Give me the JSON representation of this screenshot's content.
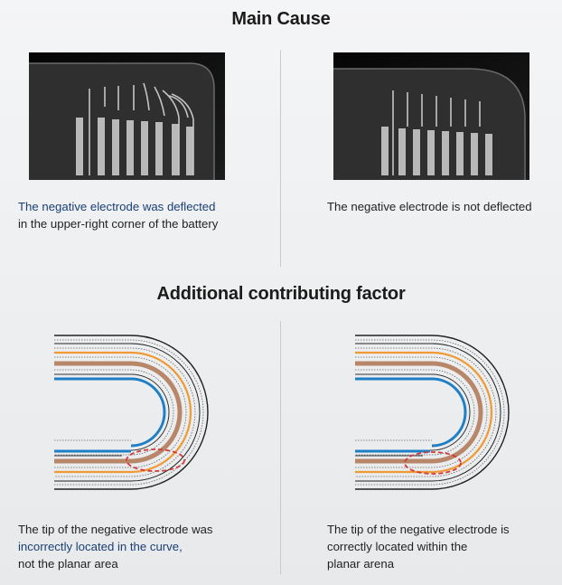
{
  "main_cause": {
    "title": "Main Cause",
    "left_caption_highlight": "The negative electrode was deflected",
    "left_caption_rest": "in the upper-right corner of the battery",
    "right_caption": "The negative electrode is not deflected"
  },
  "additional": {
    "title": "Additional contributing factor",
    "left_caption_line1": "The tip of the negative electrode was",
    "left_caption_highlight": "incorrectly located in the curve,",
    "left_caption_line3": "not the planar area",
    "right_caption_line1": "The tip of the negative electrode is",
    "right_caption_line2": "correctly located within the",
    "right_caption_line3": "planar arena"
  },
  "colors": {
    "highlight_text": "#1a3f76",
    "electrode_blue": "#1e7fc6",
    "electrode_copper": "#b88769",
    "electrode_orange": "#ef9a35",
    "marker_red": "#d23b3b"
  }
}
